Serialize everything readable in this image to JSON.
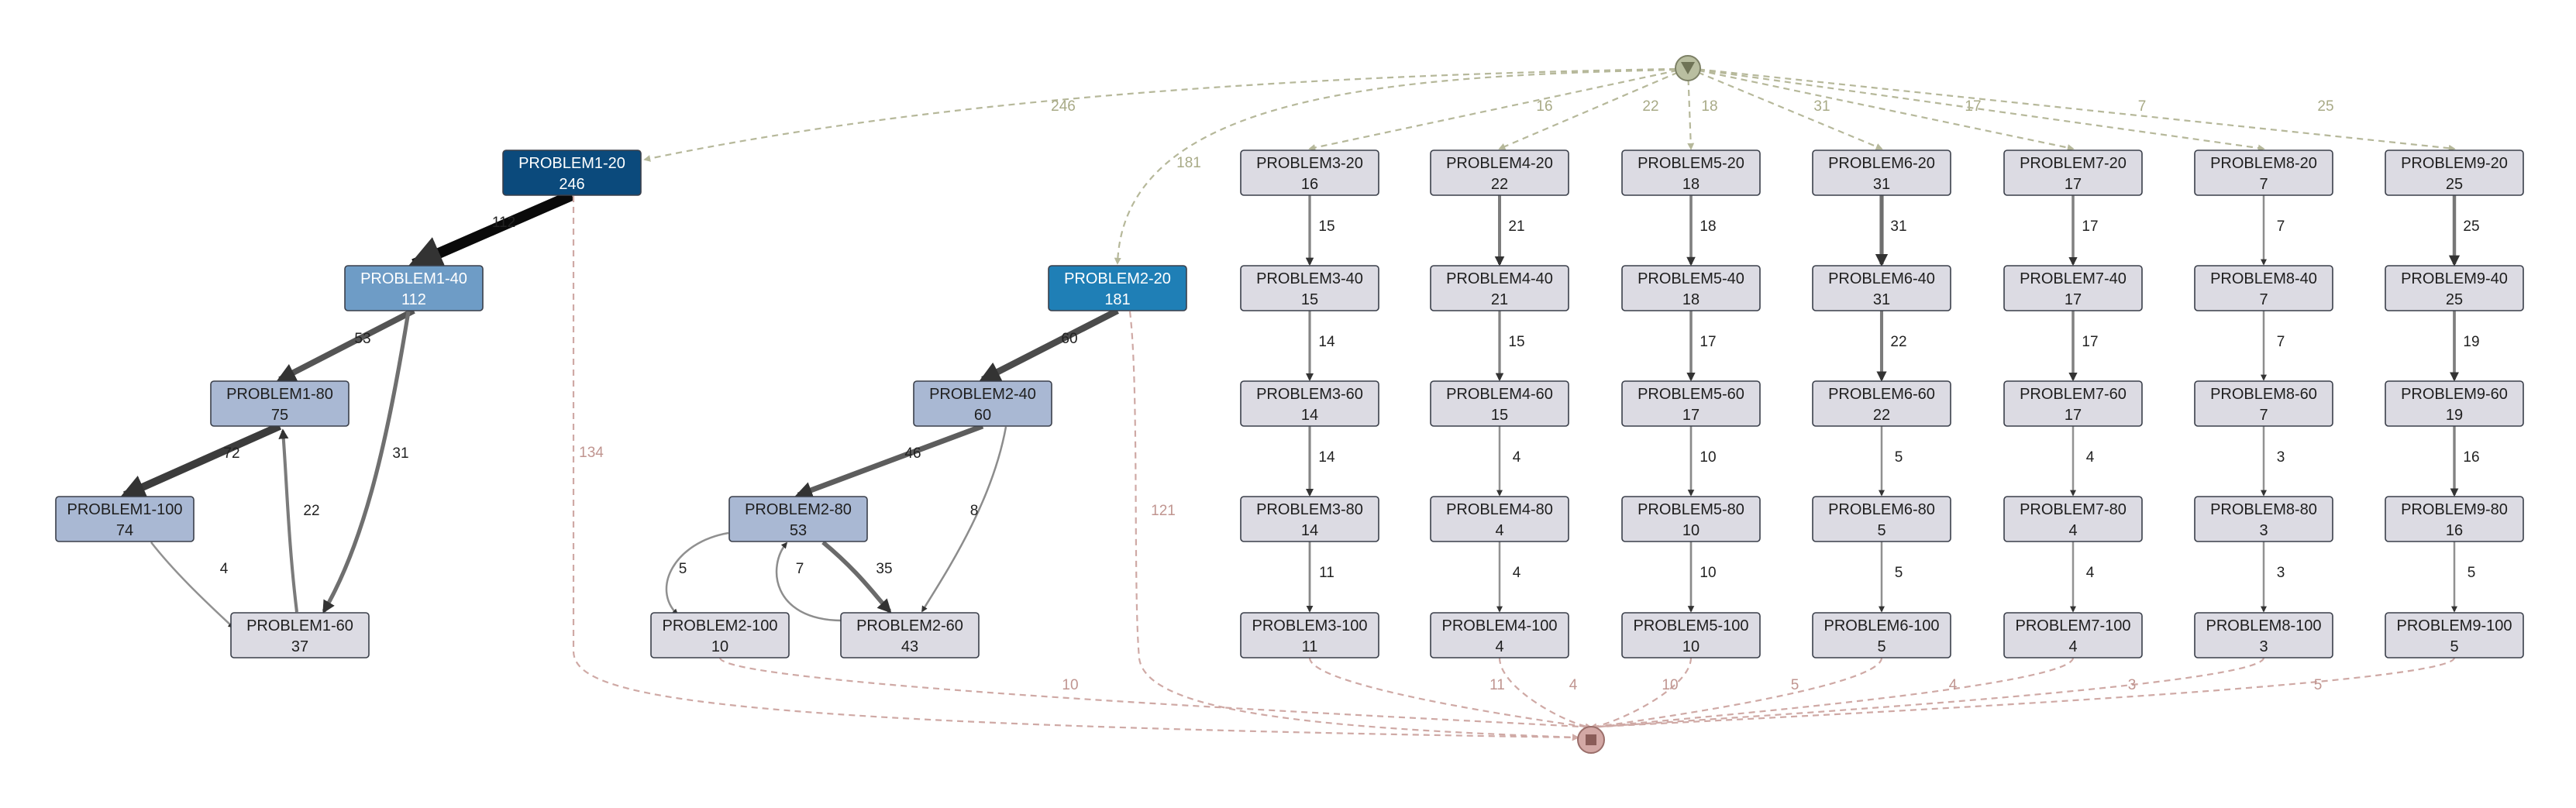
{
  "colors": {
    "dark_blue": "#0b4a7c",
    "mid_blue": "#1f7fb6",
    "steel_blue": "#6e9cc6",
    "pale_blue": "#a9b8d3",
    "gray_node": "#dcdbe3",
    "start_edge": "#b6b89a",
    "end_edge": "#cfa9a5",
    "edge_dark": "#333333"
  },
  "icons": {
    "start": "funnel-start-icon",
    "end": "stop-end-icon"
  },
  "nodes": [
    {
      "id": "p1_20",
      "label": "PROBLEM1-20",
      "count": "246",
      "fill": "dark_blue"
    },
    {
      "id": "p1_40",
      "label": "PROBLEM1-40",
      "count": "112",
      "fill": "steel_blue"
    },
    {
      "id": "p1_80",
      "label": "PROBLEM1-80",
      "count": "75",
      "fill": "pale_blue"
    },
    {
      "id": "p1_100",
      "label": "PROBLEM1-100",
      "count": "74",
      "fill": "pale_blue"
    },
    {
      "id": "p1_60",
      "label": "PROBLEM1-60",
      "count": "37",
      "fill": "gray_node"
    },
    {
      "id": "p2_20",
      "label": "PROBLEM2-20",
      "count": "181",
      "fill": "mid_blue"
    },
    {
      "id": "p2_40",
      "label": "PROBLEM2-40",
      "count": "60",
      "fill": "pale_blue"
    },
    {
      "id": "p2_80",
      "label": "PROBLEM2-80",
      "count": "53",
      "fill": "pale_blue"
    },
    {
      "id": "p2_100",
      "label": "PROBLEM2-100",
      "count": "10",
      "fill": "gray_node"
    },
    {
      "id": "p2_60",
      "label": "PROBLEM2-60",
      "count": "43",
      "fill": "gray_node"
    },
    {
      "id": "p3_20",
      "label": "PROBLEM3-20",
      "count": "16",
      "fill": "gray_node"
    },
    {
      "id": "p3_40",
      "label": "PROBLEM3-40",
      "count": "15",
      "fill": "gray_node"
    },
    {
      "id": "p3_60",
      "label": "PROBLEM3-60",
      "count": "14",
      "fill": "gray_node"
    },
    {
      "id": "p3_80",
      "label": "PROBLEM3-80",
      "count": "14",
      "fill": "gray_node"
    },
    {
      "id": "p3_100",
      "label": "PROBLEM3-100",
      "count": "11",
      "fill": "gray_node"
    },
    {
      "id": "p4_20",
      "label": "PROBLEM4-20",
      "count": "22",
      "fill": "gray_node"
    },
    {
      "id": "p4_40",
      "label": "PROBLEM4-40",
      "count": "21",
      "fill": "gray_node"
    },
    {
      "id": "p4_60",
      "label": "PROBLEM4-60",
      "count": "15",
      "fill": "gray_node"
    },
    {
      "id": "p4_80",
      "label": "PROBLEM4-80",
      "count": "4",
      "fill": "gray_node"
    },
    {
      "id": "p4_100",
      "label": "PROBLEM4-100",
      "count": "4",
      "fill": "gray_node"
    },
    {
      "id": "p5_20",
      "label": "PROBLEM5-20",
      "count": "18",
      "fill": "gray_node"
    },
    {
      "id": "p5_40",
      "label": "PROBLEM5-40",
      "count": "18",
      "fill": "gray_node"
    },
    {
      "id": "p5_60",
      "label": "PROBLEM5-60",
      "count": "17",
      "fill": "gray_node"
    },
    {
      "id": "p5_80",
      "label": "PROBLEM5-80",
      "count": "10",
      "fill": "gray_node"
    },
    {
      "id": "p5_100",
      "label": "PROBLEM5-100",
      "count": "10",
      "fill": "gray_node"
    },
    {
      "id": "p6_20",
      "label": "PROBLEM6-20",
      "count": "31",
      "fill": "gray_node"
    },
    {
      "id": "p6_40",
      "label": "PROBLEM6-40",
      "count": "31",
      "fill": "gray_node"
    },
    {
      "id": "p6_60",
      "label": "PROBLEM6-60",
      "count": "22",
      "fill": "gray_node"
    },
    {
      "id": "p6_80",
      "label": "PROBLEM6-80",
      "count": "5",
      "fill": "gray_node"
    },
    {
      "id": "p6_100",
      "label": "PROBLEM6-100",
      "count": "5",
      "fill": "gray_node"
    },
    {
      "id": "p7_20",
      "label": "PROBLEM7-20",
      "count": "17",
      "fill": "gray_node"
    },
    {
      "id": "p7_40",
      "label": "PROBLEM7-40",
      "count": "17",
      "fill": "gray_node"
    },
    {
      "id": "p7_60",
      "label": "PROBLEM7-60",
      "count": "17",
      "fill": "gray_node"
    },
    {
      "id": "p7_80",
      "label": "PROBLEM7-80",
      "count": "4",
      "fill": "gray_node"
    },
    {
      "id": "p7_100",
      "label": "PROBLEM7-100",
      "count": "4",
      "fill": "gray_node"
    },
    {
      "id": "p8_20",
      "label": "PROBLEM8-20",
      "count": "7",
      "fill": "gray_node"
    },
    {
      "id": "p8_40",
      "label": "PROBLEM8-40",
      "count": "7",
      "fill": "gray_node"
    },
    {
      "id": "p8_60",
      "label": "PROBLEM8-60",
      "count": "7",
      "fill": "gray_node"
    },
    {
      "id": "p8_80",
      "label": "PROBLEM8-80",
      "count": "3",
      "fill": "gray_node"
    },
    {
      "id": "p8_100",
      "label": "PROBLEM8-100",
      "count": "3",
      "fill": "gray_node"
    },
    {
      "id": "p9_20",
      "label": "PROBLEM9-20",
      "count": "25",
      "fill": "gray_node"
    },
    {
      "id": "p9_40",
      "label": "PROBLEM9-40",
      "count": "25",
      "fill": "gray_node"
    },
    {
      "id": "p9_60",
      "label": "PROBLEM9-60",
      "count": "19",
      "fill": "gray_node"
    },
    {
      "id": "p9_80",
      "label": "PROBLEM9-80",
      "count": "16",
      "fill": "gray_node"
    },
    {
      "id": "p9_100",
      "label": "PROBLEM9-100",
      "count": "5",
      "fill": "gray_node"
    }
  ],
  "edges": [
    {
      "from": "start",
      "to": "p1_20",
      "label": "246",
      "kind": "start"
    },
    {
      "from": "start",
      "to": "p2_20",
      "label": "181",
      "kind": "start"
    },
    {
      "from": "start",
      "to": "p3_20",
      "label": "16",
      "kind": "start"
    },
    {
      "from": "start",
      "to": "p4_20",
      "label": "22",
      "kind": "start"
    },
    {
      "from": "start",
      "to": "p5_20",
      "label": "18",
      "kind": "start"
    },
    {
      "from": "start",
      "to": "p6_20",
      "label": "31",
      "kind": "start"
    },
    {
      "from": "start",
      "to": "p7_20",
      "label": "17",
      "kind": "start"
    },
    {
      "from": "start",
      "to": "p8_20",
      "label": "7",
      "kind": "start"
    },
    {
      "from": "start",
      "to": "p9_20",
      "label": "25",
      "kind": "start"
    },
    {
      "from": "p1_20",
      "to": "p1_40",
      "label": "112",
      "kind": "flow"
    },
    {
      "from": "p1_40",
      "to": "p1_80",
      "label": "53",
      "kind": "flow"
    },
    {
      "from": "p1_40",
      "to": "p1_60",
      "label": "31",
      "kind": "flow"
    },
    {
      "from": "p1_80",
      "to": "p1_100",
      "label": "72",
      "kind": "flow"
    },
    {
      "from": "p1_60",
      "to": "p1_80",
      "label": "22",
      "kind": "flow"
    },
    {
      "from": "p1_100",
      "to": "p1_60",
      "label": "4",
      "kind": "flow"
    },
    {
      "from": "p2_20",
      "to": "p2_40",
      "label": "60",
      "kind": "flow"
    },
    {
      "from": "p2_40",
      "to": "p2_80",
      "label": "46",
      "kind": "flow"
    },
    {
      "from": "p2_40",
      "to": "p2_60",
      "label": "8",
      "kind": "flow"
    },
    {
      "from": "p2_80",
      "to": "p2_100",
      "label": "5",
      "kind": "flow"
    },
    {
      "from": "p2_80",
      "to": "p2_60",
      "label": "35",
      "kind": "flow"
    },
    {
      "from": "p2_60",
      "to": "p2_80",
      "label": "7",
      "kind": "flow"
    },
    {
      "from": "p3_20",
      "to": "p3_40",
      "label": "15",
      "kind": "flow"
    },
    {
      "from": "p3_40",
      "to": "p3_60",
      "label": "14",
      "kind": "flow"
    },
    {
      "from": "p3_60",
      "to": "p3_80",
      "label": "14",
      "kind": "flow"
    },
    {
      "from": "p3_80",
      "to": "p3_100",
      "label": "11",
      "kind": "flow"
    },
    {
      "from": "p4_20",
      "to": "p4_40",
      "label": "21",
      "kind": "flow"
    },
    {
      "from": "p4_40",
      "to": "p4_60",
      "label": "15",
      "kind": "flow"
    },
    {
      "from": "p4_60",
      "to": "p4_80",
      "label": "4",
      "kind": "flow"
    },
    {
      "from": "p4_80",
      "to": "p4_100",
      "label": "4",
      "kind": "flow"
    },
    {
      "from": "p5_20",
      "to": "p5_40",
      "label": "18",
      "kind": "flow"
    },
    {
      "from": "p5_40",
      "to": "p5_60",
      "label": "17",
      "kind": "flow"
    },
    {
      "from": "p5_60",
      "to": "p5_80",
      "label": "10",
      "kind": "flow"
    },
    {
      "from": "p5_80",
      "to": "p5_100",
      "label": "10",
      "kind": "flow"
    },
    {
      "from": "p6_20",
      "to": "p6_40",
      "label": "31",
      "kind": "flow"
    },
    {
      "from": "p6_40",
      "to": "p6_60",
      "label": "22",
      "kind": "flow"
    },
    {
      "from": "p6_60",
      "to": "p6_80",
      "label": "5",
      "kind": "flow"
    },
    {
      "from": "p6_80",
      "to": "p6_100",
      "label": "5",
      "kind": "flow"
    },
    {
      "from": "p7_20",
      "to": "p7_40",
      "label": "17",
      "kind": "flow"
    },
    {
      "from": "p7_40",
      "to": "p7_60",
      "label": "17",
      "kind": "flow"
    },
    {
      "from": "p7_60",
      "to": "p7_80",
      "label": "4",
      "kind": "flow"
    },
    {
      "from": "p7_80",
      "to": "p7_100",
      "label": "4",
      "kind": "flow"
    },
    {
      "from": "p8_20",
      "to": "p8_40",
      "label": "7",
      "kind": "flow"
    },
    {
      "from": "p8_40",
      "to": "p8_60",
      "label": "7",
      "kind": "flow"
    },
    {
      "from": "p8_60",
      "to": "p8_80",
      "label": "3",
      "kind": "flow"
    },
    {
      "from": "p8_80",
      "to": "p8_100",
      "label": "3",
      "kind": "flow"
    },
    {
      "from": "p9_20",
      "to": "p9_40",
      "label": "25",
      "kind": "flow"
    },
    {
      "from": "p9_40",
      "to": "p9_60",
      "label": "19",
      "kind": "flow"
    },
    {
      "from": "p9_60",
      "to": "p9_80",
      "label": "16",
      "kind": "flow"
    },
    {
      "from": "p9_80",
      "to": "p9_100",
      "label": "5",
      "kind": "flow"
    },
    {
      "from": "p1_20",
      "to": "end",
      "label": "134",
      "kind": "end"
    },
    {
      "from": "p2_20",
      "to": "end",
      "label": "121",
      "kind": "end"
    },
    {
      "from": "p2_100",
      "to": "end",
      "label": "10",
      "kind": "end"
    },
    {
      "from": "p3_100",
      "to": "end",
      "label": "11",
      "kind": "end"
    },
    {
      "from": "p4_100",
      "to": "end",
      "label": "4",
      "kind": "end"
    },
    {
      "from": "p5_100",
      "to": "end",
      "label": "10",
      "kind": "end"
    },
    {
      "from": "p6_100",
      "to": "end",
      "label": "5",
      "kind": "end"
    },
    {
      "from": "p7_100",
      "to": "end",
      "label": "4",
      "kind": "end"
    },
    {
      "from": "p8_100",
      "to": "end",
      "label": "3",
      "kind": "end"
    },
    {
      "from": "p9_100",
      "to": "end",
      "label": "5",
      "kind": "end"
    }
  ]
}
